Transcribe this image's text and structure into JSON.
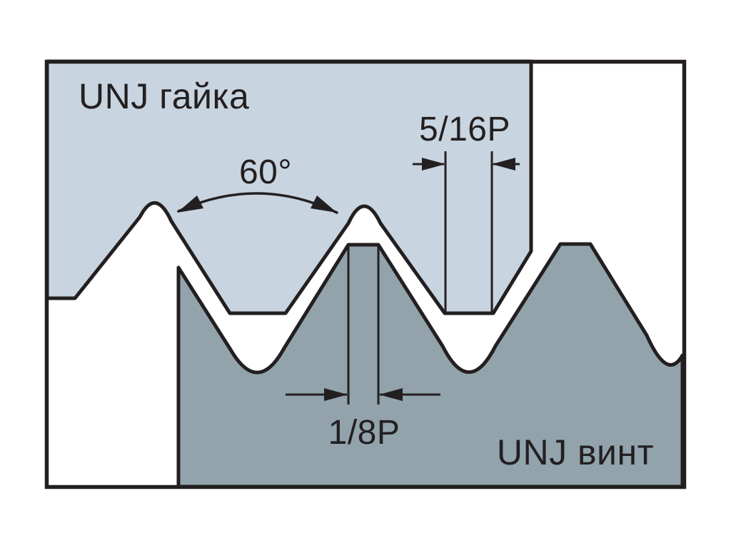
{
  "diagram": {
    "nut_label": "UNJ гайка",
    "screw_label": "UNJ винт",
    "angle_label": "60°",
    "top_dimension_label": "5/16P",
    "bottom_dimension_label": "1/8P"
  },
  "colors": {
    "nut_fill": "#c8d5e0",
    "screw_fill": "#92a3ac",
    "line": "#231f20",
    "background": "#ffffff"
  }
}
